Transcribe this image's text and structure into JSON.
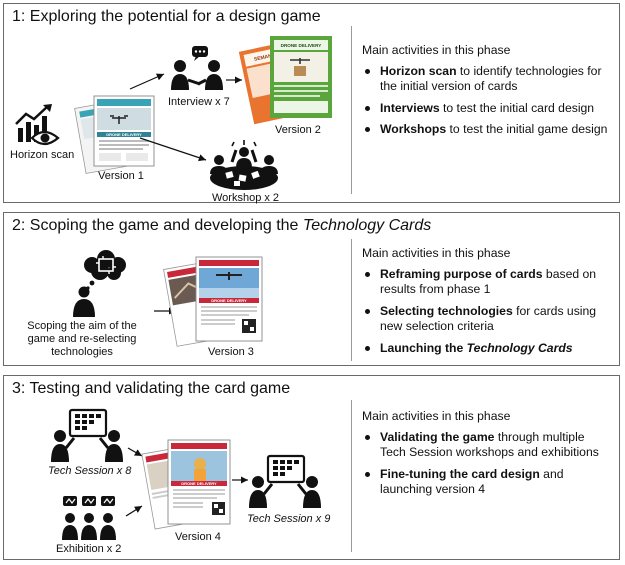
{
  "phases": [
    {
      "title": "1: Exploring the potential for a design game",
      "activities_heading": "Main activities in this phase",
      "activities": [
        {
          "bold": "Horizon scan",
          "rest": " to identify technologies for the initial version of cards"
        },
        {
          "bold": "Interviews",
          "rest": " to test the initial card design"
        },
        {
          "bold": "Workshops",
          "rest": " to test the initial game design"
        }
      ],
      "labels": {
        "horizon": "Horizon scan",
        "version1": "Version 1",
        "interview": "Interview x 7",
        "version2": "Version 2",
        "workshop": "Workshop x 2",
        "card_title": "DRONE DELIVERY",
        "card2_title_a": "SEMANTICS",
        "card2_title_b": "DRONE DELIVERY"
      }
    },
    {
      "title_prefix": "2: Scoping the game and developing the ",
      "title_italic": "Technology Cards",
      "activities_heading": "Main activities in this phase",
      "activities": [
        {
          "bold": "Reframing purpose of cards",
          "rest": " based on results from phase 1"
        },
        {
          "bold": "Selecting technologies",
          "rest": " for cards using new selection criteria"
        },
        {
          "bold": "Launching the ",
          "bold_italic": "Technology Cards",
          "rest": ""
        }
      ],
      "labels": {
        "scoping": "Scoping the aim of the game and re-selecting technologies",
        "version3": "Version 3",
        "card_title": "DRONE DELIVERY"
      }
    },
    {
      "title": "3: Testing and validating the card game",
      "activities_heading": "Main activities in this phase",
      "activities": [
        {
          "bold": "Validating the game",
          "rest": " through multiple Tech Session workshops and exhibitions"
        },
        {
          "bold": "Fine-tuning the card design",
          "rest": " and launching version 4"
        }
      ],
      "labels": {
        "tech8": "Tech Session x 8",
        "exhibition": "Exhibition x 2",
        "version4": "Version 4",
        "tech9": "Tech Session x 9",
        "card_title": "DRONE DELIVERY"
      }
    }
  ],
  "colors": {
    "border": "#6a6a6a",
    "icon": "#111111",
    "card_teal": "#3aa3b5",
    "card_orange": "#e8742f",
    "card_green": "#5aa63c",
    "card_red": "#c8283a"
  }
}
